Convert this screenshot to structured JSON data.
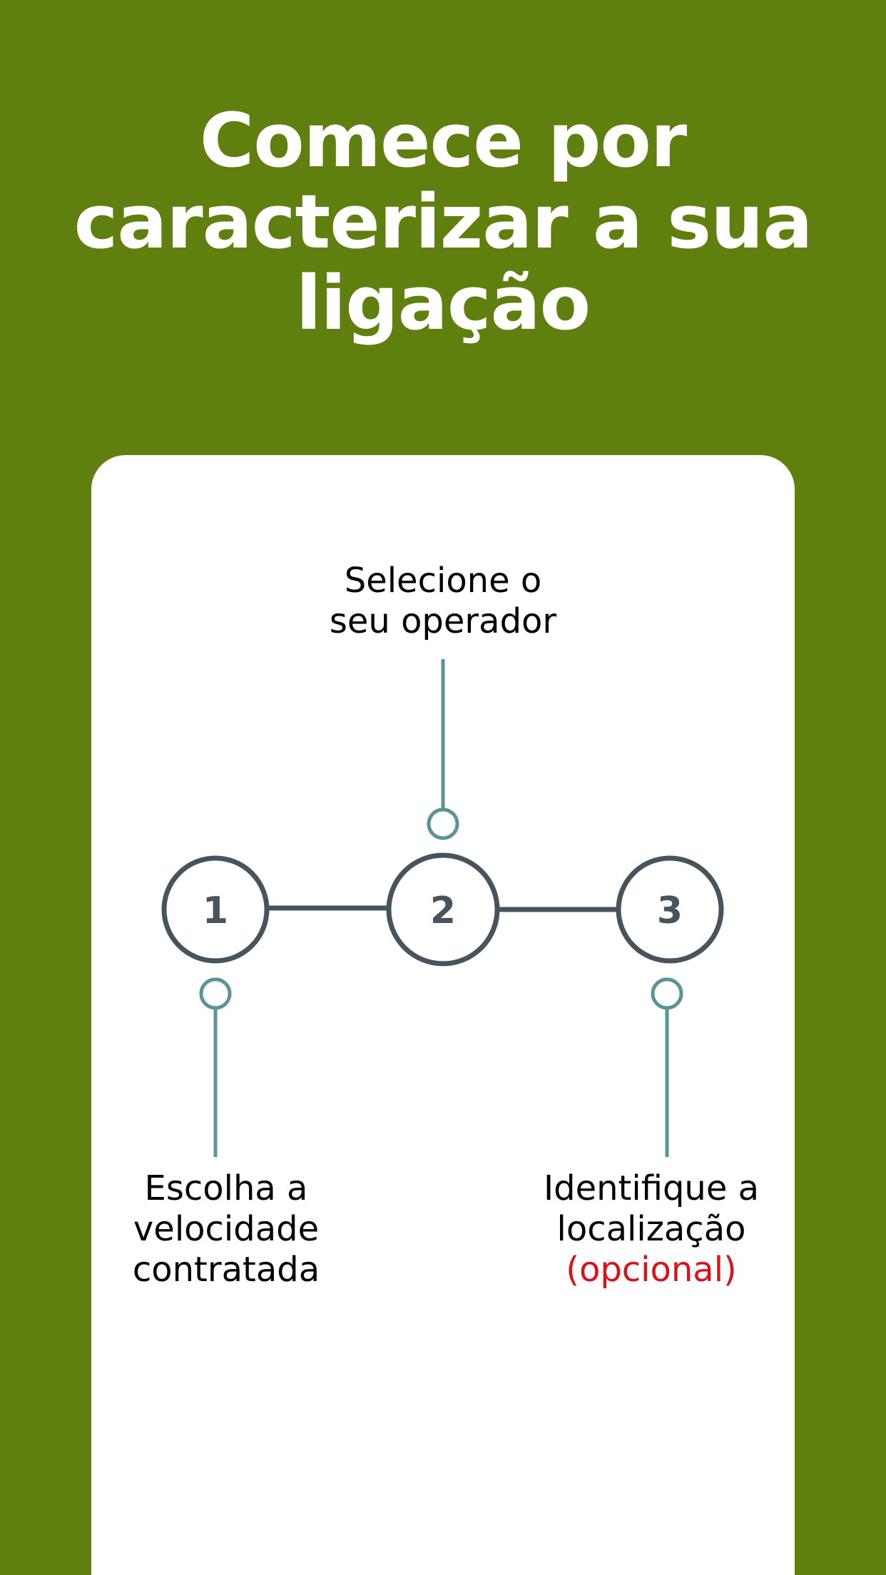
{
  "header": {
    "title_line1": "Comece por",
    "title_line2": "caracterizar a sua",
    "title_line3": "ligação"
  },
  "steps": [
    {
      "number": "1",
      "line1": "Escolha a",
      "line2": "velocidade",
      "line3": "contratada"
    },
    {
      "number": "2",
      "line1": "Selecione o",
      "line2": "seu operador"
    },
    {
      "number": "3",
      "line1": "Identifique a",
      "line2": "localização",
      "optional": "(opcional)"
    }
  ],
  "colors": {
    "background": "#5f7f0e",
    "card": "#ffffff",
    "step_circle": "#47545c",
    "connector": "#5b9494",
    "optional_text": "#d9121b"
  }
}
